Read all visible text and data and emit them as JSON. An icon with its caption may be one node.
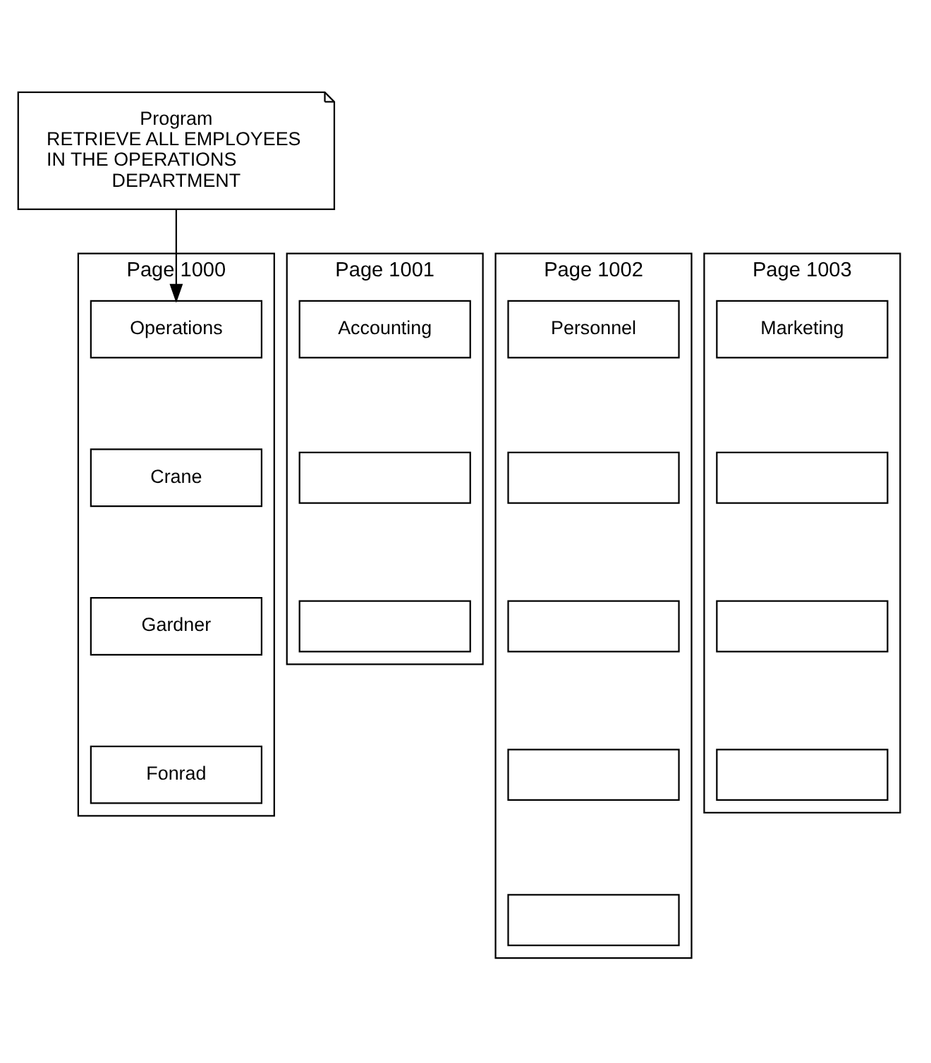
{
  "diagram": {
    "nodes": [
      {
        "text": [
          "Program",
          "RETRIEVE ALL EMPLOYEES IN THE OPERATIONS DEPARTMENT"
        ]
      },
      {
        "text": [
          "Page 1000"
        ]
      },
      {
        "text": [
          "Operations"
        ],
        "in": 1
      },
      {
        "text": [
          "Crane"
        ],
        "in": 1
      },
      {
        "text": [
          "Gardner"
        ],
        "in": 1
      },
      {
        "text": [
          "Fonrad"
        ],
        "in": 1
      },
      {
        "text": [
          "Page 1001"
        ]
      },
      {
        "text": [
          "Accounting"
        ],
        "in": 6
      },
      {
        "text": [],
        "shape": "box",
        "in": 6
      },
      {
        "text": [],
        "shape": "box",
        "in": 6
      },
      {
        "text": [
          "Page 1002"
        ]
      },
      {
        "text": [
          "Personnel"
        ],
        "in": 10
      },
      {
        "text": [],
        "shape": "box",
        "in": 10
      },
      {
        "text": [],
        "shape": "box",
        "in": 10
      },
      {
        "text": [],
        "shape": "box",
        "in": 10
      },
      {
        "text": [],
        "shape": "box",
        "in": 10
      },
      {
        "text": [
          "Page 1003"
        ]
      },
      {
        "text": [
          "Marketing"
        ],
        "in": 16
      },
      {
        "text": [],
        "shape": "box",
        "in": 16
      },
      {
        "text": [],
        "shape": "box",
        "in": 16
      },
      {
        "text": [],
        "shape": "box",
        "in": 16
      }
    ],
    "edges": [
      {
        "from": 0,
        "to": 2,
        "arrow": "to"
      }
    ]
  }
}
